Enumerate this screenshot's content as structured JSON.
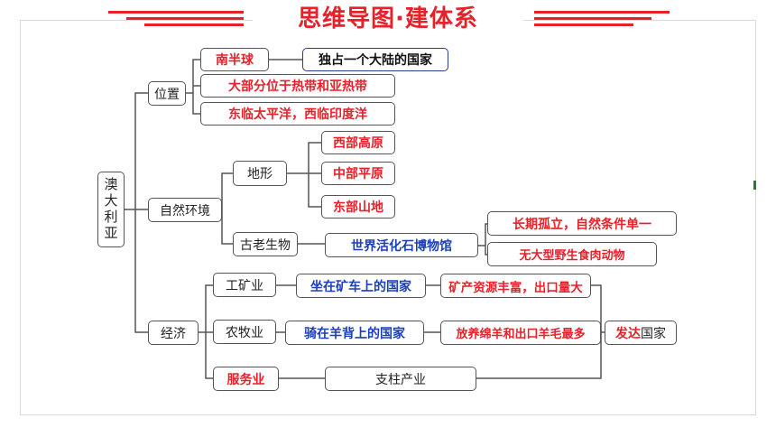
{
  "title": "思维导图·建体系",
  "root": "澳大利亚",
  "branches": {
    "location": {
      "label": "位置",
      "items": [
        "南半球",
        "大部分位于热带和亚热带",
        "东临太平洋，西临印度洋"
      ],
      "note": "独占一个大陆的国家"
    },
    "nature": {
      "label": "自然环境",
      "terrain": {
        "label": "地形",
        "items": [
          "西部高原",
          "中部平原",
          "东部山地"
        ]
      },
      "biology": {
        "label": "古老生物",
        "note": "世界活化石博物馆",
        "reasons": [
          "长期孤立，自然条件单一",
          "无大型野生食肉动物"
        ]
      }
    },
    "economy": {
      "label": "经济",
      "mining": {
        "label": "工矿业",
        "note": "坐在矿车上的国家",
        "detail": "矿产资源丰富，出口量大"
      },
      "farming": {
        "label": "农牧业",
        "note": "骑在羊背上的国家",
        "detail": "放养绵羊和出口羊毛最多"
      },
      "service": {
        "label": "服务业",
        "note": "支柱产业"
      },
      "conclusion": {
        "highlight": "发达",
        "text": "国家"
      }
    }
  },
  "colors": {
    "accent": "#e8202a",
    "blue": "#1a3fb8",
    "line": "#555555"
  }
}
